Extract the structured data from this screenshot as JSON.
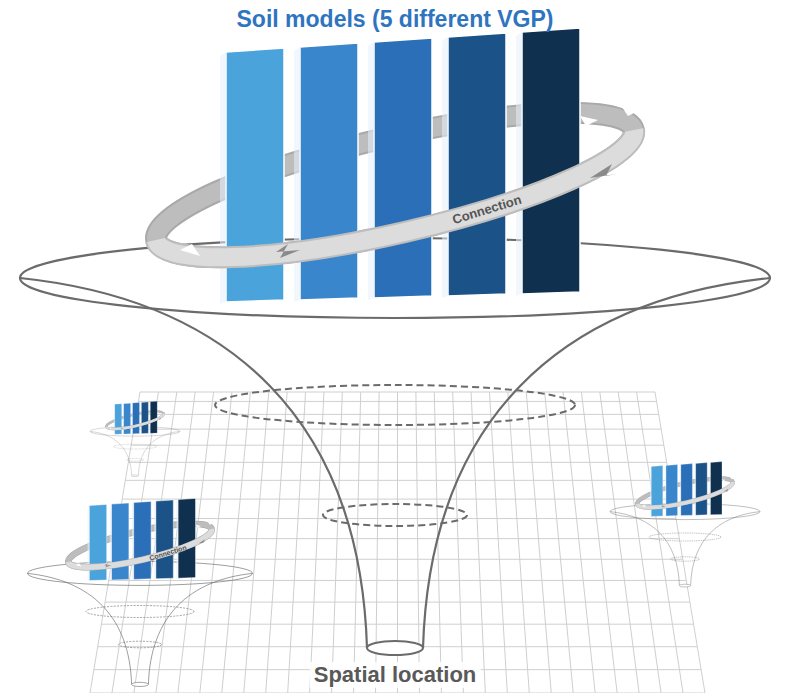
{
  "diagram": {
    "title": "Soil models (5 different VGP)",
    "labels": [
      "Connection",
      "Connection",
      "Spatial location"
    ]
  }
}
